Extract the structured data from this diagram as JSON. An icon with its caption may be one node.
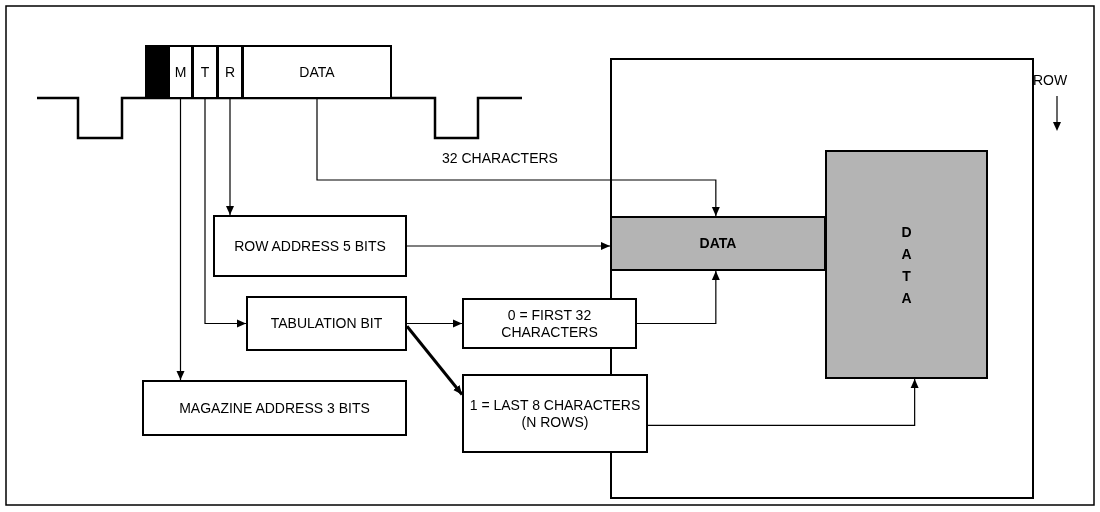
{
  "diagram": {
    "nodes": [
      {
        "text": [],
        "shape": "bar"
      },
      {
        "text": [
          "M"
        ]
      },
      {
        "text": [
          "T"
        ]
      },
      {
        "text": [
          "R"
        ]
      },
      {
        "text": [
          "DATA"
        ]
      },
      {
        "text": [],
        "shape": "box"
      },
      {
        "text": [
          "DATA"
        ],
        "in": 5
      },
      {
        "text": [
          "DATA"
        ],
        "in": 5
      },
      {
        "text": [
          "ROW ADDRESS 5 BITS"
        ]
      },
      {
        "text": [
          "TABULATION BIT"
        ]
      },
      {
        "text": [
          "MAGAZINE ADDRESS 3 BITS"
        ]
      },
      {
        "text": [
          "0 = FIRST 32 CHARACTERS"
        ]
      },
      {
        "text": [
          "1 = LAST 8 CHARACTERS (N ROWS)"
        ]
      }
    ],
    "edges": [
      {
        "from": 1,
        "to": 10,
        "arrow": "to"
      },
      {
        "from": 2,
        "to": 9,
        "arrow": "to"
      },
      {
        "from": 3,
        "to": 8,
        "arrow": "to"
      },
      {
        "from": 4,
        "to": 6,
        "arrow": "to",
        "label": "32 CHARACTERS"
      },
      {
        "from": 8,
        "to": 6,
        "arrow": "to"
      },
      {
        "from": 9,
        "to": 11,
        "arrow": "to"
      },
      {
        "from": 9,
        "to": 12,
        "arrow": "to",
        "style": "thick"
      },
      {
        "from": 11,
        "to": 6,
        "arrow": "to"
      },
      {
        "from": 12,
        "to": 7,
        "arrow": "to"
      }
    ],
    "labels": [
      "ROW"
    ]
  }
}
